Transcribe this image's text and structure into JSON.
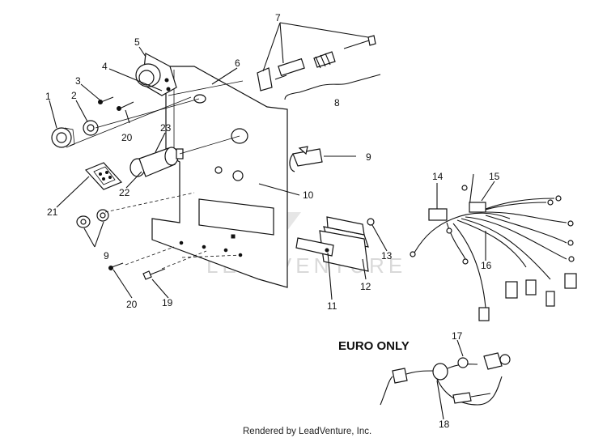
{
  "diagram": {
    "callouts": [
      "1",
      "2",
      "3",
      "4",
      "5",
      "6",
      "7",
      "8",
      "9",
      "10",
      "11",
      "12",
      "13",
      "14",
      "15",
      "16",
      "17",
      "18",
      "19",
      "20",
      "21",
      "22",
      "23",
      "9",
      "20"
    ],
    "euro_label": "EURO ONLY",
    "footer": "Rendered by LeadVenture, Inc.",
    "watermark": "LEADVENTURE"
  }
}
